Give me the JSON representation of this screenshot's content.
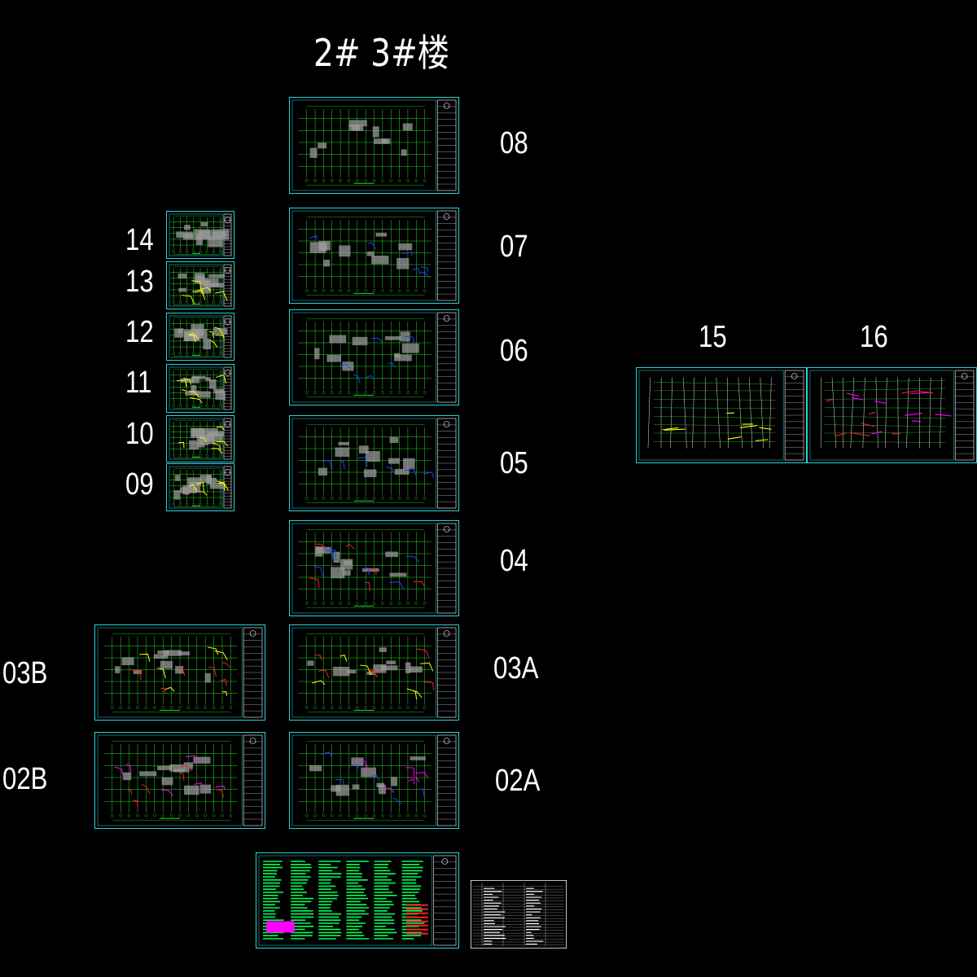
{
  "title": "2#  3#楼",
  "labels": {
    "l08": "08",
    "l07": "07",
    "l06": "06",
    "l05": "05",
    "l04": "04",
    "l03a": "03A",
    "l02a": "02A",
    "l03b": "03B",
    "l02b": "02B",
    "l14": "14",
    "l13": "13",
    "l12": "12",
    "l11": "11",
    "l10": "10",
    "l09": "09",
    "l15": "15",
    "l16": "16"
  },
  "colors": {
    "frame": "#2ad4d4",
    "line": "#27d827",
    "wall": "#9a9a9a",
    "accent_blue": "#2244ff",
    "accent_yellow": "#ffff00",
    "accent_red": "#ff2020",
    "accent_magenta": "#ff00ff",
    "notes_green": "#00ff55"
  },
  "sheets": [
    {
      "id": "sheet-08",
      "kind": "floor-plan",
      "accents": []
    },
    {
      "id": "sheet-07",
      "kind": "floor-plan",
      "accents": [
        "accent_blue"
      ]
    },
    {
      "id": "sheet-06",
      "kind": "floor-plan",
      "accents": [
        "accent_blue"
      ]
    },
    {
      "id": "sheet-05",
      "kind": "floor-plan",
      "accents": [
        "accent_blue"
      ]
    },
    {
      "id": "sheet-04",
      "kind": "floor-plan",
      "accents": [
        "accent_blue",
        "accent_red"
      ]
    },
    {
      "id": "sheet-03a",
      "kind": "floor-plan",
      "accents": [
        "accent_yellow",
        "accent_red"
      ]
    },
    {
      "id": "sheet-02a",
      "kind": "floor-plan",
      "accents": [
        "accent_magenta",
        "accent_blue"
      ]
    },
    {
      "id": "sheet-03b",
      "kind": "floor-plan",
      "accents": [
        "accent_yellow",
        "accent_red"
      ]
    },
    {
      "id": "sheet-02b",
      "kind": "floor-plan",
      "accents": [
        "accent_magenta",
        "accent_red"
      ]
    },
    {
      "id": "sheet-14",
      "kind": "floor-plan-small",
      "accents": []
    },
    {
      "id": "sheet-13",
      "kind": "floor-plan-small",
      "accents": [
        "accent_yellow"
      ]
    },
    {
      "id": "sheet-12",
      "kind": "floor-plan-small",
      "accents": [
        "accent_yellow"
      ]
    },
    {
      "id": "sheet-11",
      "kind": "floor-plan-small",
      "accents": [
        "accent_yellow"
      ]
    },
    {
      "id": "sheet-10",
      "kind": "floor-plan-small",
      "accents": [
        "accent_yellow"
      ]
    },
    {
      "id": "sheet-09",
      "kind": "floor-plan-small",
      "accents": [
        "accent_yellow"
      ]
    },
    {
      "id": "sheet-15",
      "kind": "system-diagram",
      "accents": [
        "accent_yellow"
      ]
    },
    {
      "id": "sheet-16",
      "kind": "system-diagram",
      "accents": [
        "accent_red",
        "accent_magenta"
      ]
    },
    {
      "id": "sheet-notes",
      "kind": "design-notes",
      "accents": [
        "notes_green",
        "accent_magenta",
        "accent_red"
      ]
    },
    {
      "id": "sheet-index",
      "kind": "drawing-index",
      "accents": []
    }
  ]
}
